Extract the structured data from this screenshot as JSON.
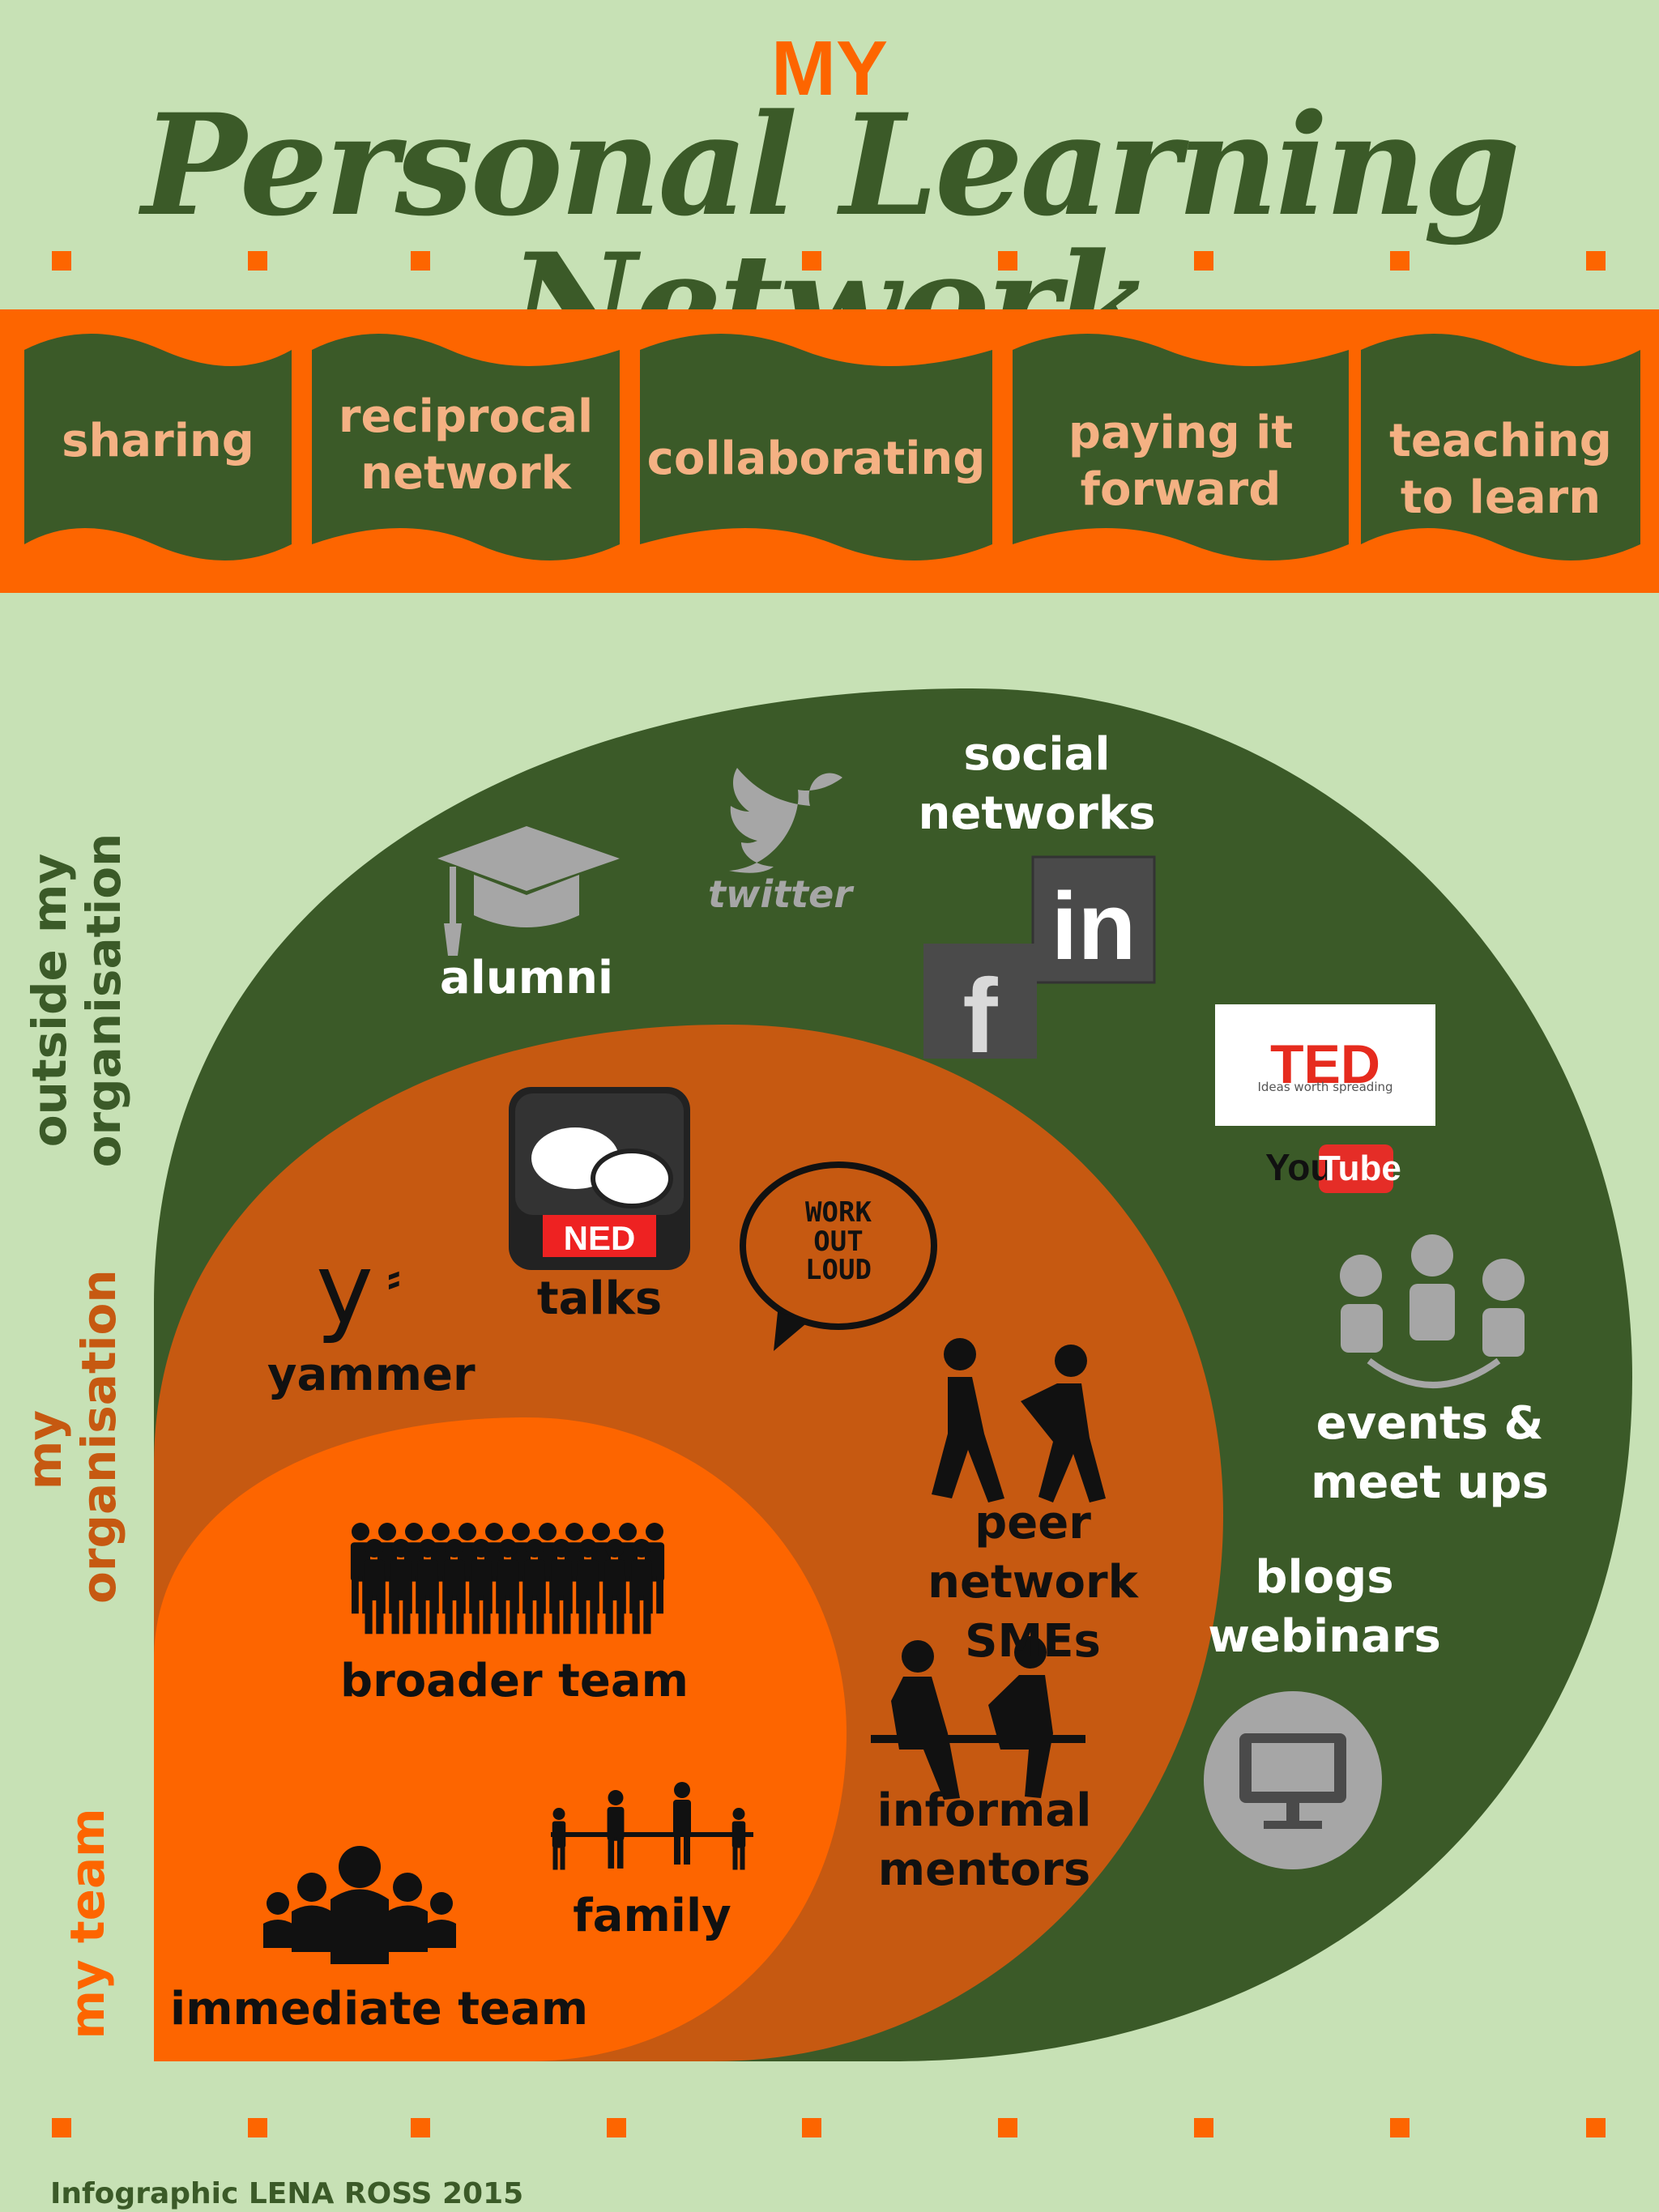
{
  "title": {
    "my": "MY",
    "main": "Personal Learning Network"
  },
  "banner": [
    {
      "label": "sharing"
    },
    {
      "label": "reciprocal\nnetwork"
    },
    {
      "label": "collaborating"
    },
    {
      "label": "paying it\nforward"
    },
    {
      "label": "teaching\nto learn"
    }
  ],
  "side_labels": {
    "outside": "outside my\norganisation",
    "org": "my\norganisation",
    "team": "my team"
  },
  "nodes": {
    "social": "social\nnetworks",
    "alumni": "alumni",
    "twitter": "twitter",
    "linkedin": "in",
    "facebook": "f",
    "ted": "TED",
    "ted_tag": "Ideas worth spreading",
    "youtube_you": "You",
    "youtube_tube": "Tube",
    "events": "events &\nmeet ups",
    "blogs": "blogs\nwebinars",
    "ned_badge": "NED",
    "talks": "talks",
    "wol": "WORK\nOUT\nLOUD",
    "yammer": "yammer",
    "yammer_glyph": "y",
    "peer": "peer network\nSMEs",
    "mentors": "informal\nmentors",
    "broader": "broader team",
    "family": "family",
    "immediate": "immediate team"
  },
  "credit": "Infographic LENA ROSS 2015",
  "colors": {
    "background": "#c7e1b5",
    "dark_green": "#3b5a28",
    "orange": "#fd6500",
    "burnt_orange": "#c65911",
    "light_green": "#c7e1b5",
    "grey_icon": "#a6a6a6",
    "white": "#ffffff",
    "black": "#111111"
  }
}
